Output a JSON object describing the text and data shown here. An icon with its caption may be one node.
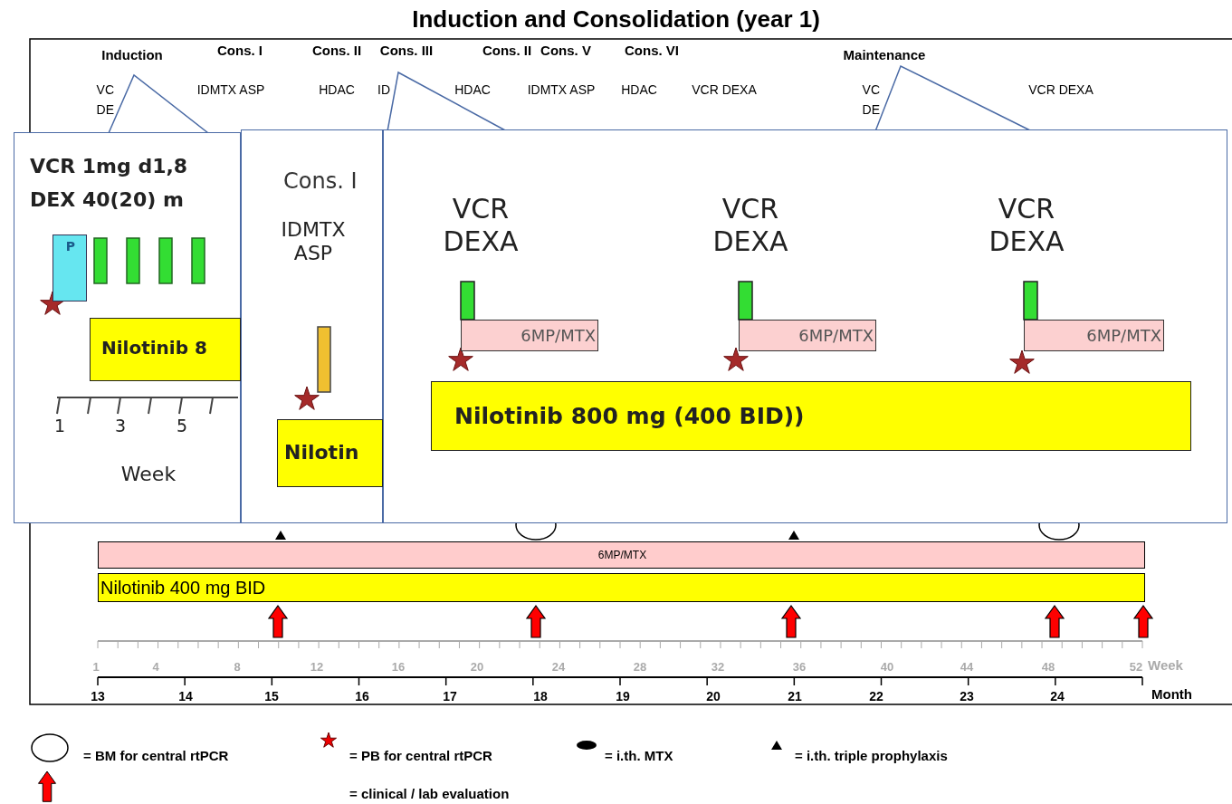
{
  "diagram": {
    "title": "Induction and Consolidation (year 1)",
    "nodes": [
      {
        "text": [
          "VCR 1mg d1,8",
          "DEX 40(20) m",
          "1",
          "3",
          "5",
          "Week"
        ]
      },
      {
        "text": [
          "P"
        ],
        "in": 0
      },
      {
        "text": [
          "Nilotinib 8"
        ],
        "in": 0
      },
      {
        "text": [
          "Cons. I",
          "IDMTX ASP"
        ]
      },
      {
        "text": [
          "Nilotin"
        ],
        "in": 3
      },
      {
        "text": [
          "VCR DEXA",
          "VCR DEXA",
          "VCR DEXA"
        ]
      },
      {
        "text": [
          "6MP/MTX"
        ],
        "in": 5
      },
      {
        "text": [
          "6MP/MTX"
        ],
        "in": 5
      },
      {
        "text": [
          "6MP/MTX"
        ],
        "in": 5
      },
      {
        "text": [
          "Nilotinib 800 mg (400 BID))"
        ],
        "in": 5
      },
      {
        "text": [
          "6MP/MTX"
        ]
      },
      {
        "text": [
          "Nilotinib 400 mg BID"
        ]
      },
      {
        "text": [],
        "shape": "triangle"
      },
      {
        "text": [],
        "shape": "triangle"
      },
      {
        "text": [],
        "shape": "triangle"
      }
    ],
    "labels": [
      "Induction",
      "Cons. I",
      "Cons. II",
      "Cons. III",
      "Cons. II",
      "Cons. V",
      "Cons. VI",
      "Maintenance",
      "VC DE",
      "IDMTX ASP",
      "HDAC",
      "ID",
      "HDAC",
      "IDMTX ASP",
      "HDAC",
      "VCR DEXA",
      "VC DE",
      "VCR DEXA",
      "1",
      "4",
      "8",
      "12",
      "16",
      "20",
      "24",
      "28",
      "32",
      "36",
      "40",
      "44",
      "48",
      "52",
      "Week",
      "13",
      "14",
      "15",
      "16",
      "17",
      "18",
      "19",
      "20",
      "21",
      "22",
      "23",
      "24",
      "Month"
    ],
    "legend": [
      {
        "text": "= BM for central rtPCR"
      },
      {
        "text": "= PB for central rtPCR"
      },
      {
        "text": "= i.th. MTX"
      },
      {
        "text": "= i.th. triple prophylaxis"
      },
      {
        "text": "= clinical / lab evaluation"
      }
    ]
  }
}
